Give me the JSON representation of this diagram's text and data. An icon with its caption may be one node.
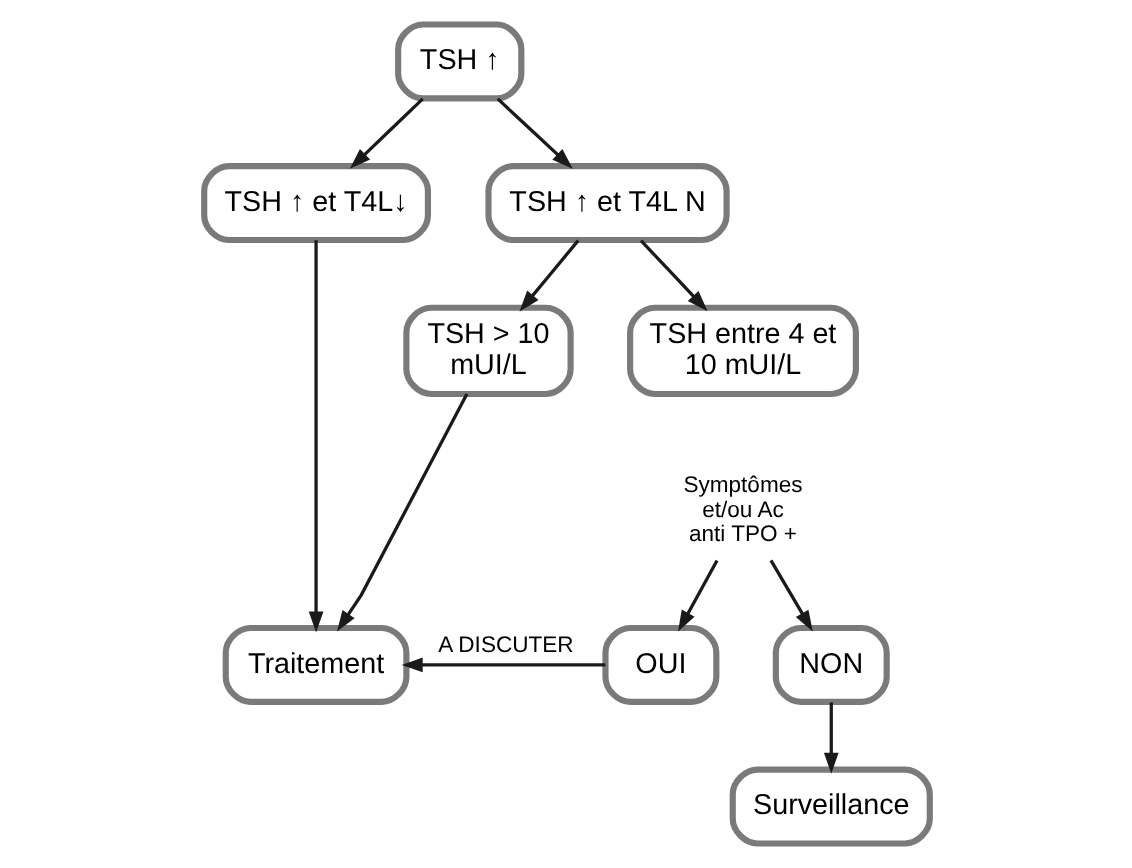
{
  "diagram": {
    "nodes": [
      {
        "text": [
          "TSH ↑"
        ]
      },
      {
        "text": [
          "TSH ↑ et T4L↓"
        ]
      },
      {
        "text": [
          "TSH ↑ et T4L N"
        ]
      },
      {
        "text": [
          "TSH > 10 mUI/L"
        ]
      },
      {
        "text": [
          "TSH entre 4 et 10 mUI/L"
        ]
      },
      {
        "text": [
          "Symptômes et/ou Ac anti TPO +"
        ]
      },
      {
        "text": [
          "Traitement"
        ]
      },
      {
        "text": [
          "OUI"
        ]
      },
      {
        "text": [
          "NON"
        ]
      },
      {
        "text": [
          "Surveillance"
        ]
      }
    ],
    "edges": [
      {
        "from": 0,
        "to": 1,
        "arrow": "to"
      },
      {
        "from": 0,
        "to": 2,
        "arrow": "to"
      },
      {
        "from": 1,
        "to": 6,
        "arrow": "to"
      },
      {
        "from": 2,
        "to": 3,
        "arrow": "to"
      },
      {
        "from": 2,
        "to": 4,
        "arrow": "to"
      },
      {
        "from": 3,
        "to": 6,
        "arrow": "to"
      },
      {
        "from": 5,
        "to": 7,
        "arrow": "to"
      },
      {
        "from": 5,
        "to": 8,
        "arrow": "to"
      },
      {
        "from": 7,
        "to": 6,
        "arrow": "to",
        "label": "A DISCUTER"
      },
      {
        "from": 8,
        "to": 9,
        "arrow": "to"
      }
    ]
  }
}
